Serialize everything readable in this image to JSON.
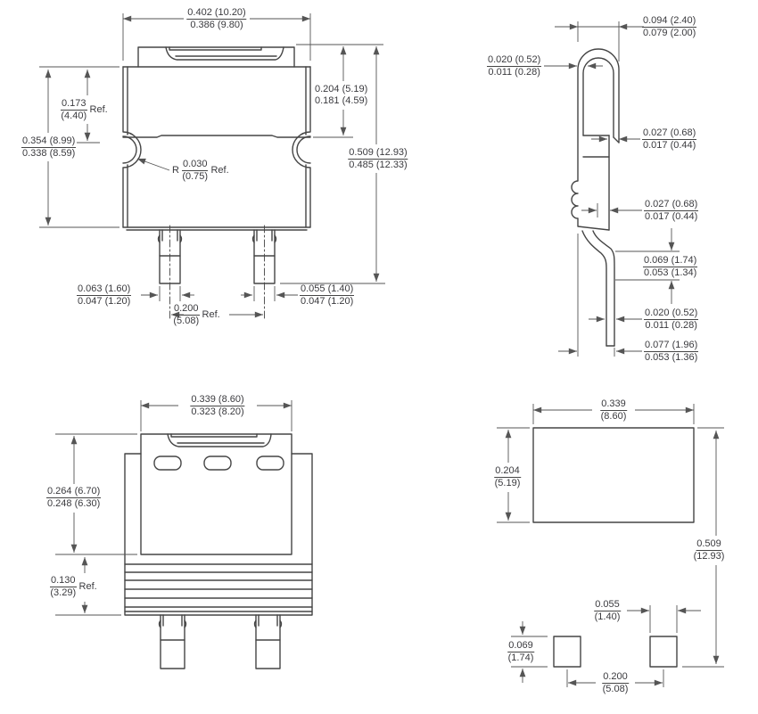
{
  "drawing": {
    "type": "package-outline-technical-drawing",
    "units_note": "inches (millimeters)",
    "colors": {
      "line": "#454545",
      "text": "#3a3a3e",
      "background": "#ffffff"
    },
    "views": [
      {
        "name": "front",
        "dims": [
          {
            "id": "body-width",
            "max": "0.402 (10.20)",
            "min": "0.386 (9.80)"
          },
          {
            "id": "tab-to-mold-height",
            "max": "0.204 (5.19)",
            "min": "0.181 (4.59)"
          },
          {
            "id": "overall-height",
            "max": "0.509 (12.93)",
            "min": "0.485 (12.33)"
          },
          {
            "id": "upper-body-height",
            "max": "0.173",
            "min": "(4.40)",
            "suffix": "Ref."
          },
          {
            "id": "body-height",
            "max": "0.354 (8.99)",
            "min": "0.338 (8.59)"
          },
          {
            "id": "side-notch-radius",
            "prefix": "R",
            "max": "0.030",
            "min": "(0.75)",
            "suffix": "Ref."
          },
          {
            "id": "left-lead-width",
            "max": "0.063 (1.60)",
            "min": "0.047 (1.20)"
          },
          {
            "id": "lead-pitch",
            "max": "0.200",
            "min": "(5.08)",
            "suffix": "Ref."
          },
          {
            "id": "right-lead-width",
            "max": "0.055 (1.40)",
            "min": "0.047 (1.20)"
          }
        ]
      },
      {
        "name": "side",
        "dims": [
          {
            "id": "tab-top-width",
            "max": "0.094 (2.40)",
            "min": "0.079 (2.00)"
          },
          {
            "id": "tab-thickness",
            "max": "0.020 (0.52)",
            "min": "0.011 (0.28)"
          },
          {
            "id": "tab-lip-thickness",
            "max": "0.027 (0.68)",
            "min": "0.017 (0.44)"
          },
          {
            "id": "lead-exit-thickness",
            "max": "0.027 (0.68)",
            "min": "0.017 (0.44)"
          },
          {
            "id": "lead-standoff",
            "max": "0.069 (1.74)",
            "min": "0.053 (1.34)"
          },
          {
            "id": "lead-thickness",
            "max": "0.020 (0.52)",
            "min": "0.011 (0.28)"
          },
          {
            "id": "lead-setback",
            "max": "0.077 (1.96)",
            "min": "0.053 (1.36)"
          }
        ]
      },
      {
        "name": "back",
        "dims": [
          {
            "id": "tab-width",
            "max": "0.339 (8.60)",
            "min": "0.323 (8.20)"
          },
          {
            "id": "tab-height",
            "max": "0.264 (6.70)",
            "min": "0.248 (6.30)"
          },
          {
            "id": "grooved-skirt-height",
            "max": "0.130",
            "min": "(3.29)",
            "suffix": "Ref."
          }
        ]
      },
      {
        "name": "land-pattern",
        "dims": [
          {
            "id": "tab-pad-width",
            "max": "0.339",
            "min": "(8.60)"
          },
          {
            "id": "tab-pad-height",
            "max": "0.204",
            "min": "(5.19)"
          },
          {
            "id": "overall-length",
            "max": "0.509",
            "min": "(12.93)"
          },
          {
            "id": "lead-pad-width",
            "max": "0.055",
            "min": "(1.40)"
          },
          {
            "id": "lead-pad-height",
            "max": "0.069",
            "min": "(1.74)"
          },
          {
            "id": "lead-pad-pitch",
            "max": "0.200",
            "min": "(5.08)"
          }
        ]
      }
    ]
  }
}
